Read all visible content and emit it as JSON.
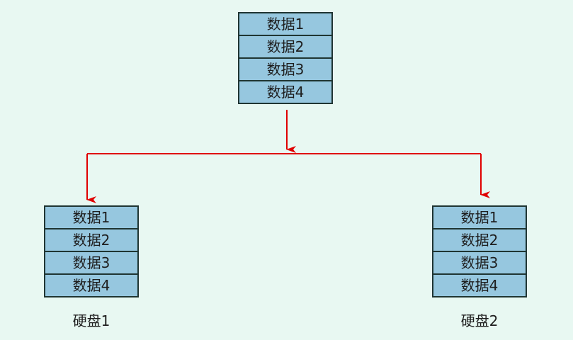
{
  "source": {
    "cells": [
      "数据1",
      "数据2",
      "数据3",
      "数据4"
    ]
  },
  "disks": [
    {
      "label": "硬盘1",
      "cells": [
        "数据1",
        "数据2",
        "数据3",
        "数据4"
      ]
    },
    {
      "label": "硬盘2",
      "cells": [
        "数据1",
        "数据2",
        "数据3",
        "数据4"
      ]
    }
  ],
  "colors": {
    "background": "#e8f8f2",
    "cell_fill": "#96c7df",
    "cell_border": "#1f3532",
    "arrow": "#e00000"
  }
}
